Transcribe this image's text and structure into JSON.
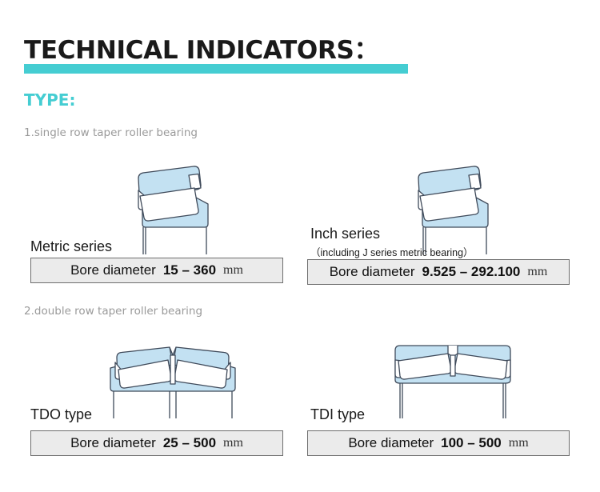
{
  "header": {
    "title": "TECHNICAL INDICATORS：",
    "accent_color": "#45cdd2",
    "type_label": "TYPE:"
  },
  "sections": [
    {
      "heading": "1.single row taper roller bearing"
    },
    {
      "heading": "2.double row taper roller bearing"
    }
  ],
  "bearings": [
    {
      "name": "Metric series",
      "subtitle": "",
      "diagram": "single-row-taper-roller-bearing-diagram",
      "bore": {
        "label": "Bore diameter",
        "range": "15 – 360",
        "unit": "mm",
        "min": 15,
        "max": 360
      }
    },
    {
      "name": "Inch series",
      "subtitle": "（including J series metric bearing）",
      "diagram": "single-row-taper-roller-bearing-diagram",
      "bore": {
        "label": "Bore diameter",
        "range": "9.525 – 292.100",
        "unit": "mm",
        "min": 9.525,
        "max": 292.1
      }
    },
    {
      "name": "TDO type",
      "subtitle": "",
      "diagram": "double-row-tdo-bearing-diagram",
      "bore": {
        "label": "Bore diameter",
        "range": "25 – 500",
        "unit": "mm",
        "min": 25,
        "max": 500
      }
    },
    {
      "name": "TDI type",
      "subtitle": "",
      "diagram": "double-row-tdi-bearing-diagram",
      "bore": {
        "label": "Bore diameter",
        "range": "100 – 500",
        "unit": "mm",
        "min": 100,
        "max": 500
      }
    }
  ],
  "colors": {
    "accent_teal": "#45cdd2",
    "bearing_fill": "#c3e1f2",
    "bearing_stroke": "#3f4a5a",
    "box_fill": "#ebebeb",
    "box_border": "#6e6e6e",
    "heading_gray": "#9a9a9a"
  }
}
